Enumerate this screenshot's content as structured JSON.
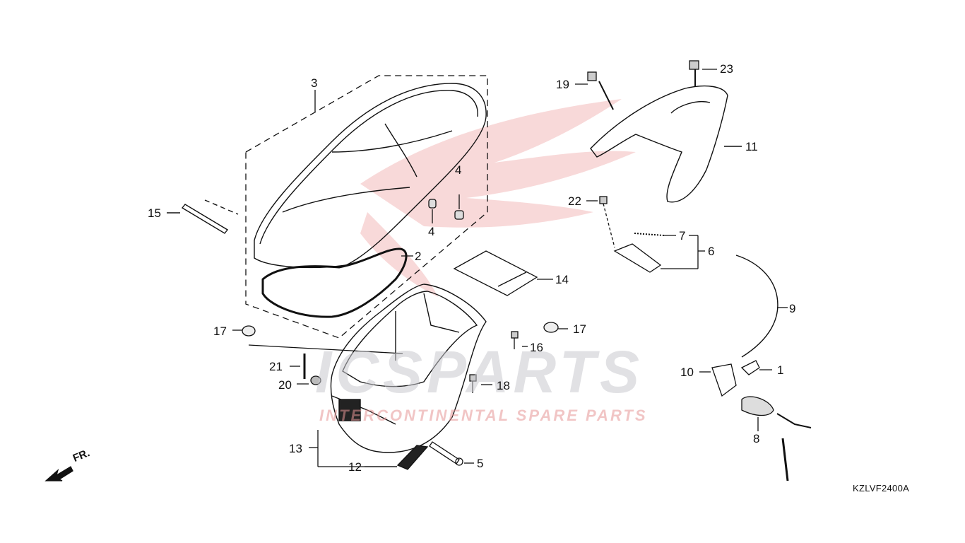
{
  "diagram": {
    "code": "KZLVF2400A",
    "front_label": "FR.",
    "watermark": {
      "main": "ICSPARTS",
      "sub": "INTERCONTINENTAL SPARE PARTS"
    },
    "callouts": [
      "1",
      "2",
      "3",
      "4",
      "4",
      "5",
      "6",
      "7",
      "8",
      "9",
      "10",
      "11",
      "12",
      "13",
      "14",
      "15",
      "16",
      "17",
      "17",
      "18",
      "19",
      "20",
      "21",
      "22",
      "23"
    ]
  },
  "colors": {
    "line": "#111111",
    "watermark_wing": "#f2b8b8",
    "watermark_text": "#c8c8cd"
  }
}
